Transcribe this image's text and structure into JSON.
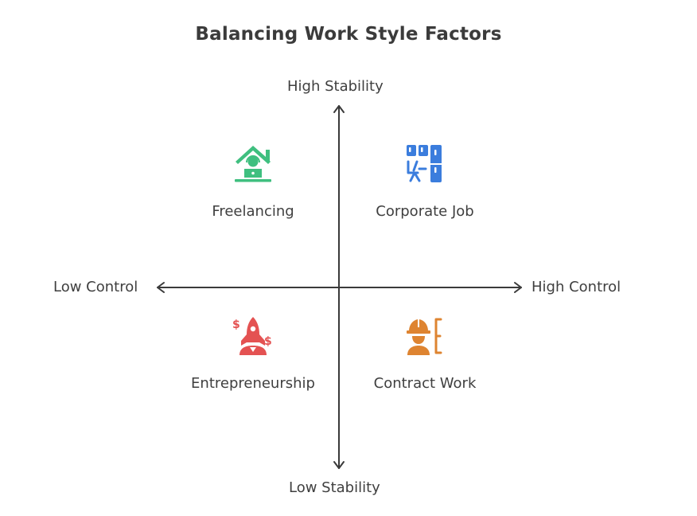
{
  "title": "Balancing Work Style Factors",
  "axes": {
    "y_top": "High Stability",
    "y_bottom": "Low Stability",
    "x_left": "Low Control",
    "x_right": "High Control"
  },
  "quadrants": {
    "top_left": {
      "label": "Freelancing",
      "icon": "home-laptop-worker-icon",
      "color": "#3fbf7f"
    },
    "top_right": {
      "label": "Corporate Job",
      "icon": "office-building-chair-icon",
      "color": "#3b7ddd"
    },
    "bottom_left": {
      "label": "Entrepreneurship",
      "icon": "rocket-dollar-icon",
      "color": "#e45252"
    },
    "bottom_right": {
      "label": "Contract Work",
      "icon": "worker-contract-icon",
      "color": "#de8431"
    }
  },
  "colors": {
    "axis": "#3a3a3a",
    "text": "#3f3f3f"
  }
}
